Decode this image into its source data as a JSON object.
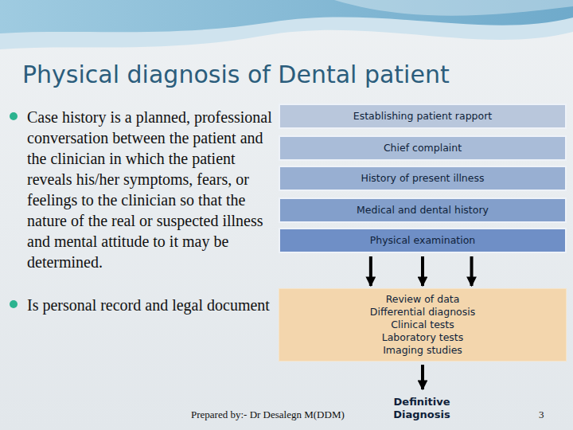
{
  "diagram": {
    "title": "Physical diagnosis of Dental patient",
    "nodes": [
      {
        "text": [
          "Establishing patient rapport"
        ]
      },
      {
        "text": [
          "Chief complaint"
        ]
      },
      {
        "text": [
          "History of present illness"
        ]
      },
      {
        "text": [
          "Medical and dental history"
        ]
      },
      {
        "text": [
          "Physical examination"
        ]
      },
      {
        "text": [
          "Review of data",
          "Differential diagnosis",
          "Clinical tests",
          "Laboratory tests",
          "Imaging studies"
        ]
      },
      {
        "text": [
          "Definitive Diagnosis"
        ]
      }
    ],
    "edges": [
      {
        "from": 4,
        "to": 5,
        "arrow": "to"
      },
      {
        "from": 4,
        "to": 5,
        "arrow": "to"
      },
      {
        "from": 4,
        "to": 5,
        "arrow": "to"
      },
      {
        "from": 5,
        "to": 6,
        "arrow": "to"
      }
    ],
    "labels": [
      "Case history is a planned, professional conversation between the patient and the clinician in which the patient reveals his/her symptoms, fears, or feelings to the clinician so that the nature of the real or suspected illness and mental attitude to it may be determined.",
      "Is personal record and legal document",
      "Prepared by:- Dr Desalegn M(DDM)",
      "3"
    ]
  }
}
